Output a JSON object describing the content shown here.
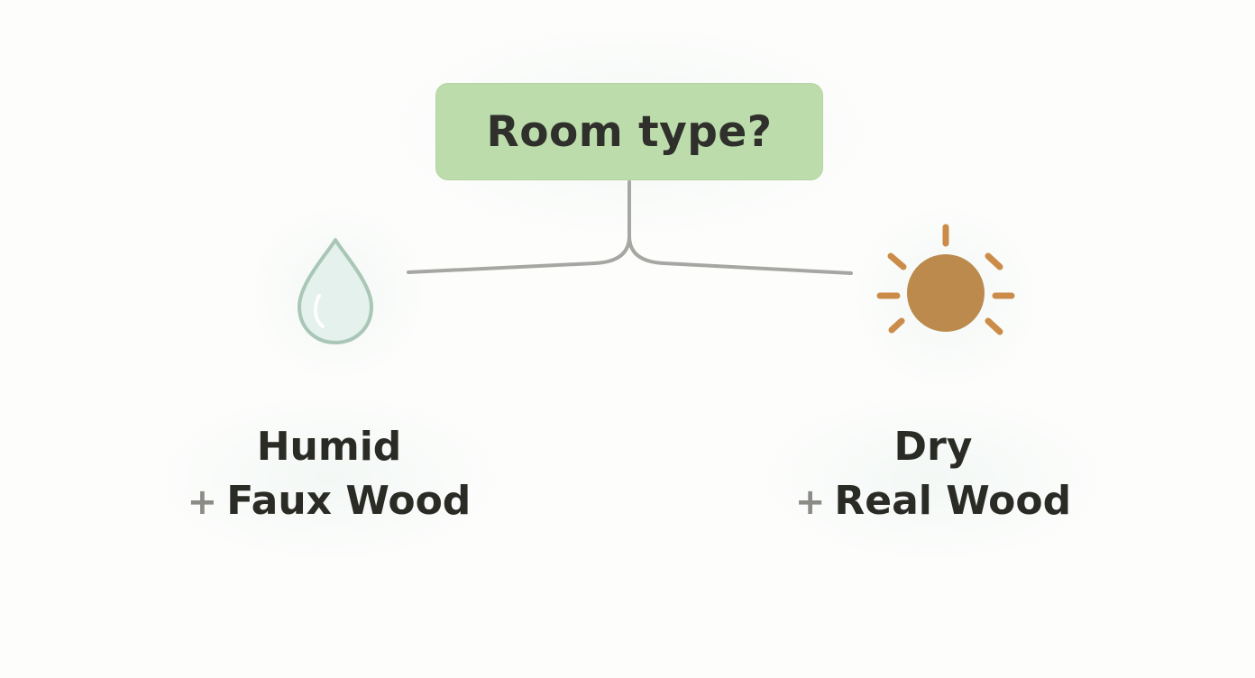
{
  "decision": {
    "label": "Room type?"
  },
  "branches": [
    {
      "icon": "water-drop-icon",
      "condition": "Humid",
      "prefix": "+",
      "result": "Faux Wood",
      "icon_color": "#a9c6b7",
      "icon_fill": "#e4f1ec"
    },
    {
      "icon": "sun-icon",
      "condition": "Dry",
      "prefix": "+",
      "result": "Real Wood",
      "icon_color": "#cc8c49",
      "icon_fill": "#bb8a4c"
    }
  ],
  "colors": {
    "decision_fill": "#bcdcab",
    "connector": "#a6a6a3",
    "text": "#2b2b26"
  }
}
